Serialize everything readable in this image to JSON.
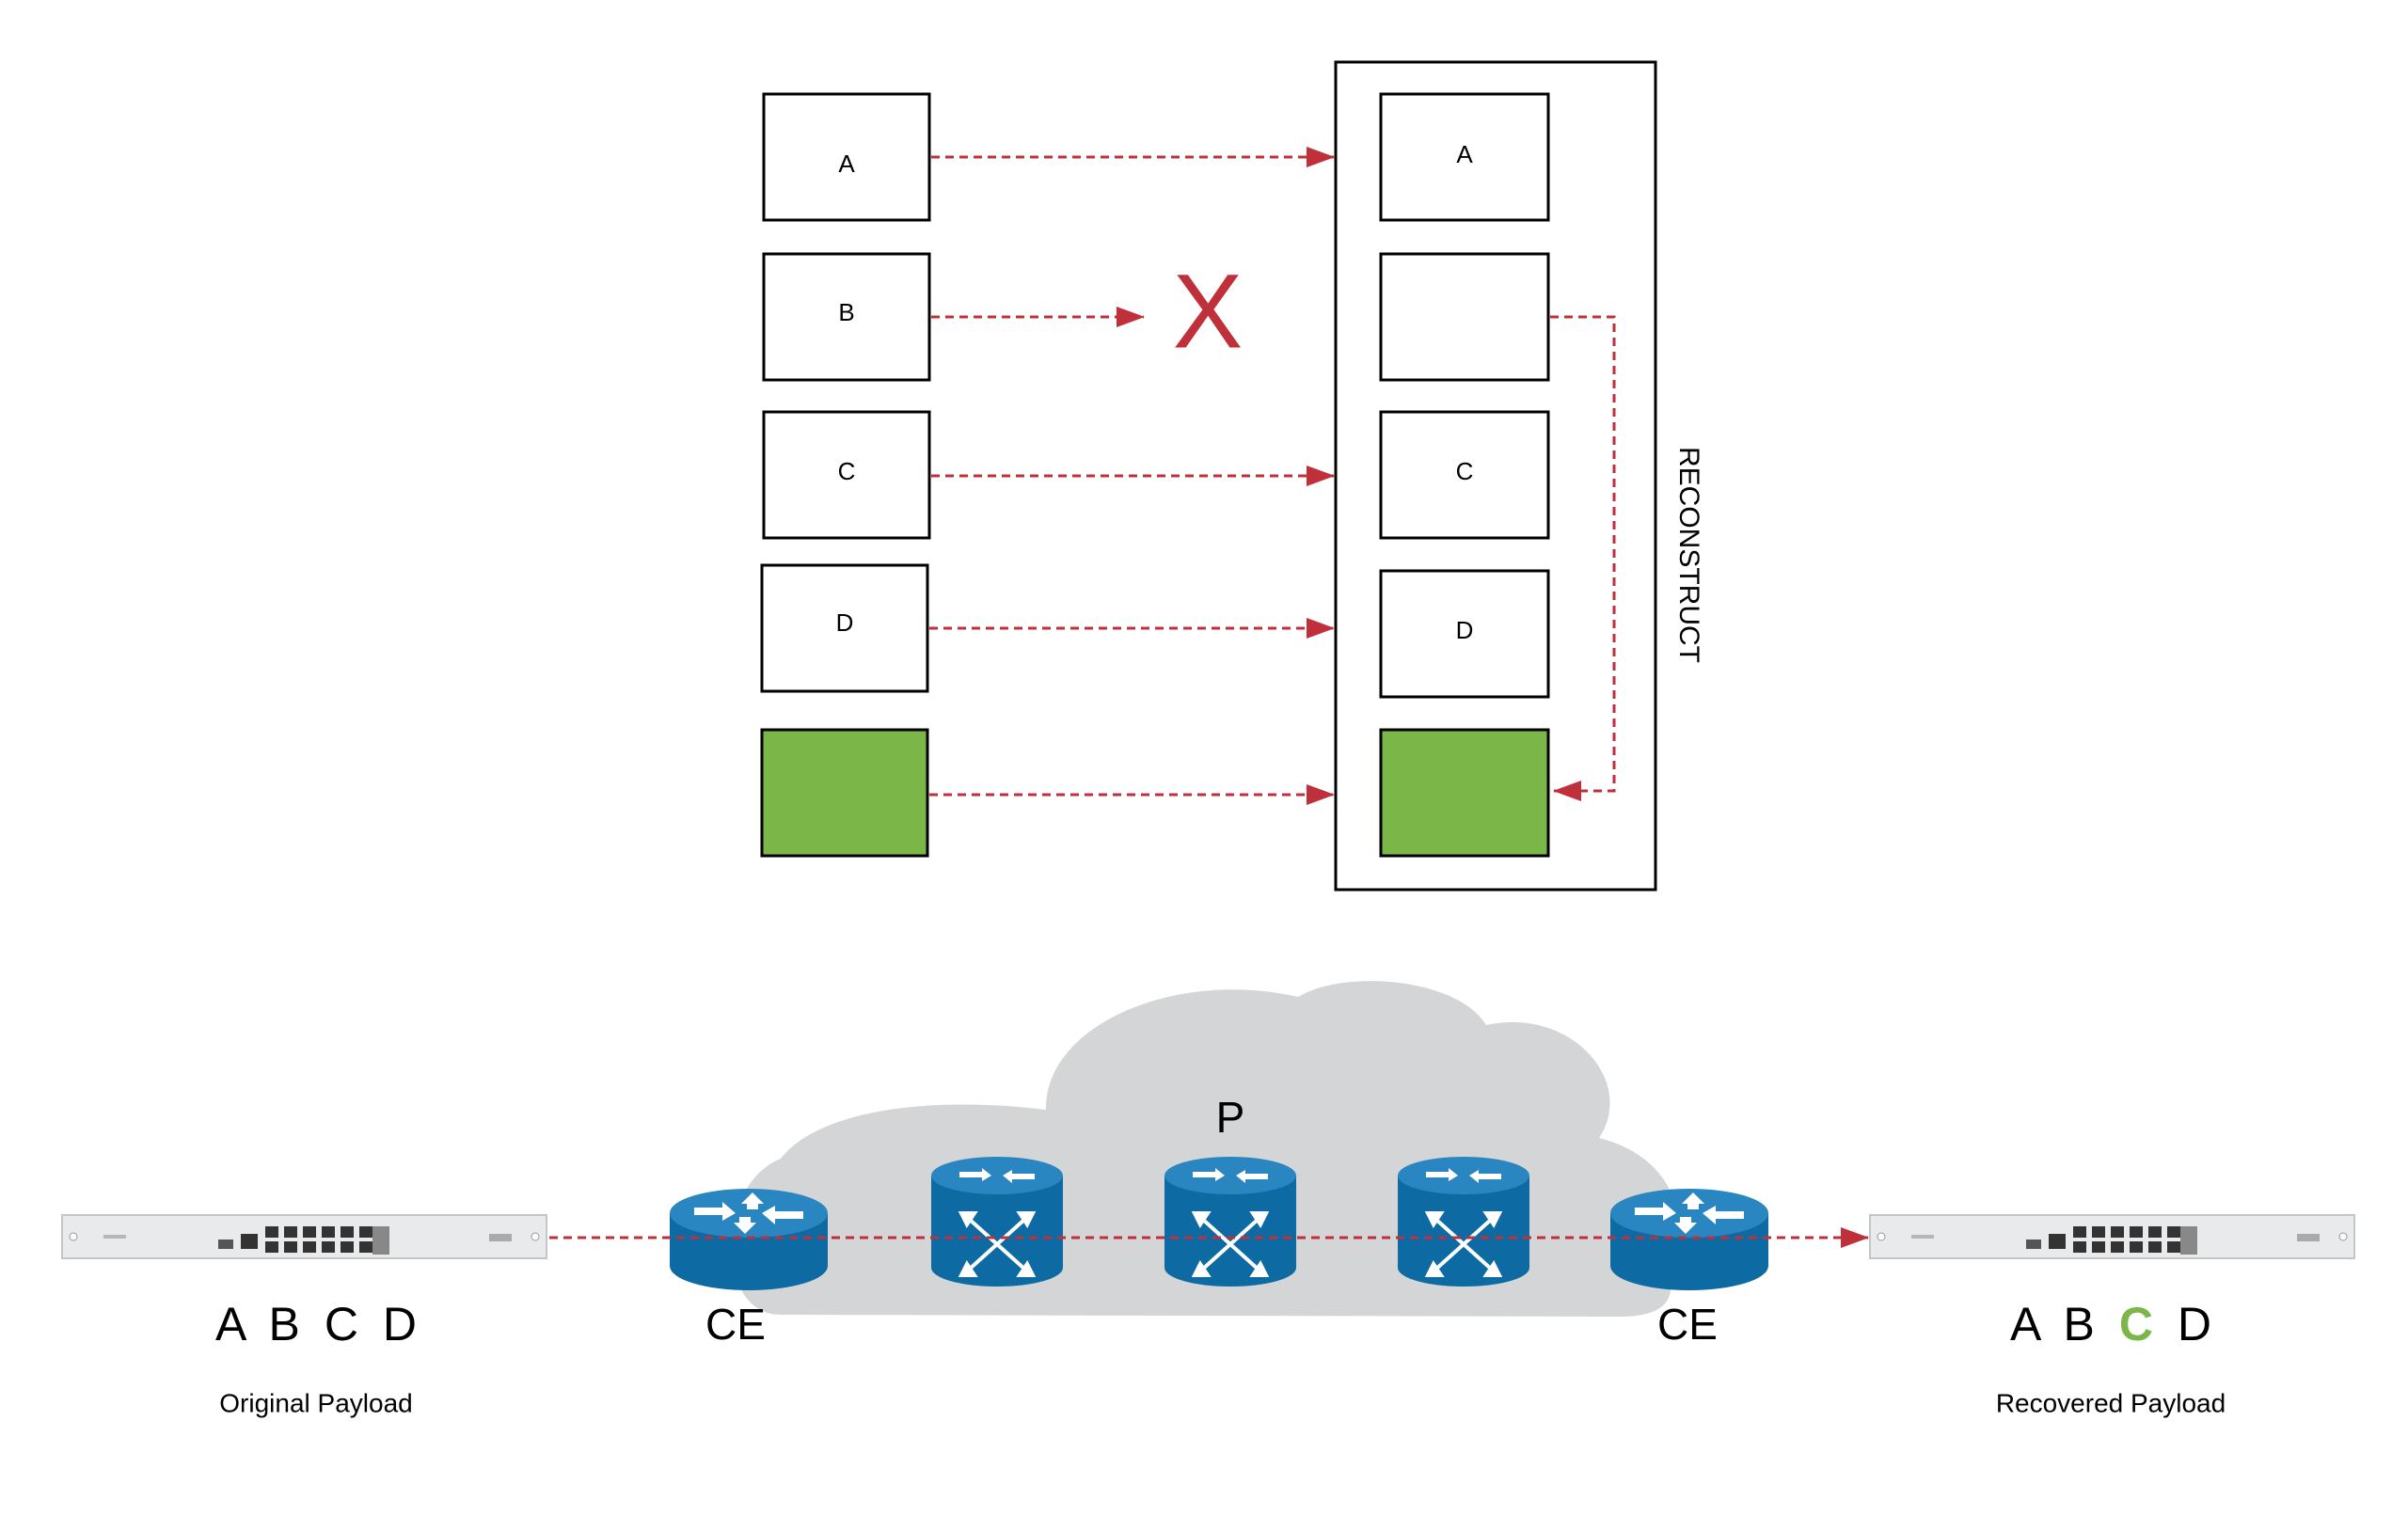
{
  "colors": {
    "arrow": "#c0303a",
    "lost_mark": "#c0303a",
    "parity_block": "#7ab648",
    "block_border": "#000000",
    "cloud": "#d3d5d7",
    "router_top": "#1f7bb5",
    "router_body": "#0d6aa3",
    "recovered_letter": "#7ab648"
  },
  "sender_blocks": [
    {
      "label": "A",
      "fill": ""
    },
    {
      "label": "B",
      "fill": ""
    },
    {
      "label": "C",
      "fill": ""
    },
    {
      "label": "D",
      "fill": ""
    },
    {
      "label": "",
      "fill": "parity"
    }
  ],
  "receiver_blocks": [
    {
      "label": "A",
      "fill": ""
    },
    {
      "label": "",
      "fill": ""
    },
    {
      "label": "C",
      "fill": ""
    },
    {
      "label": "D",
      "fill": ""
    },
    {
      "label": "",
      "fill": "parity"
    }
  ],
  "lost_mark": "X",
  "reconstruct_label": "RECONSTRUCT",
  "network": {
    "core_label": "P",
    "edge_left_label": "CE",
    "edge_right_label": "CE",
    "left_payload": {
      "letters": [
        "A",
        "B",
        "C",
        "D"
      ],
      "caption": "Original Payload"
    },
    "right_payload": {
      "letters": [
        "A",
        "B",
        "C",
        "D"
      ],
      "recovered_index": 2,
      "caption": "Recovered Payload"
    }
  }
}
